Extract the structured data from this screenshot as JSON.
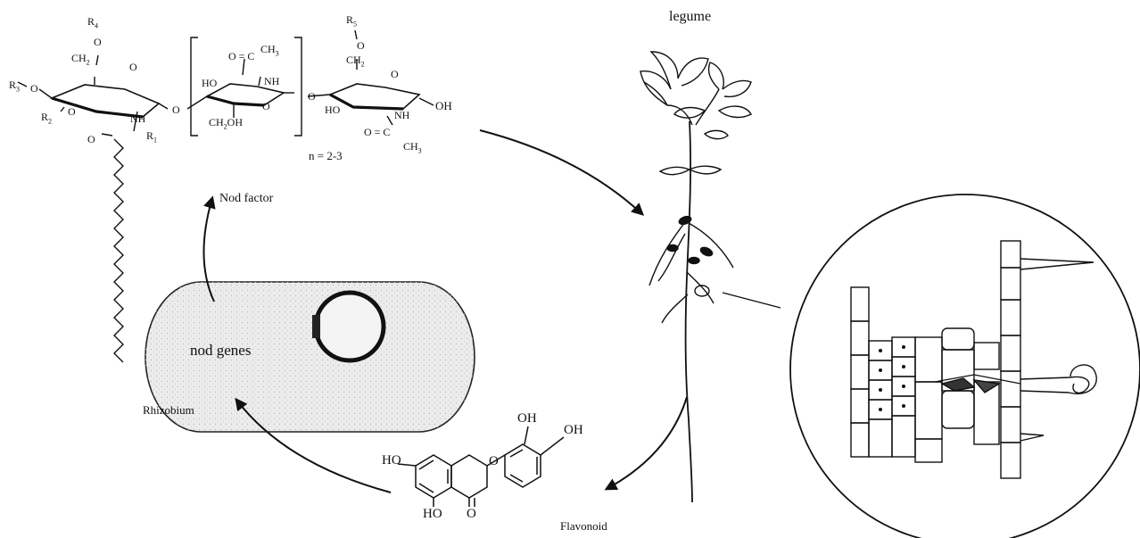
{
  "labels": {
    "legume": "legume",
    "nod_factor": "Nod factor",
    "nod_genes": "nod genes",
    "rhizobium": "Rhizobium",
    "flavonoid": "Flavonoid",
    "repeat_n": "n = 2-3"
  },
  "nod_factor_structure": {
    "r3": "R",
    "r3_sub": "3",
    "o_r3": "O",
    "r2": "R",
    "r2_sub": "2",
    "o_r2": "O",
    "r4": "R",
    "r4_sub": "4",
    "o_r4": "O",
    "ch2_left": "CH",
    "ch2_left_sub": "2",
    "ring_o_left": "O",
    "nh_left": "NH",
    "r1": "R",
    "r1_sub": "1",
    "carbonyl_o": "O",
    "glyco_o1": "O",
    "ho_mid": "HO",
    "oc_mid": "O = C",
    "ch3_mid": "CH",
    "ch3_mid_sub": "3",
    "nh_mid": "NH",
    "ch2oh_mid": "CH",
    "ch2oh_mid_sub": "2",
    "ch2oh_mid_tail": "OH",
    "ring_o_mid": "O",
    "glyco_o2": "O",
    "r5": "R",
    "r5_sub": "5",
    "o_r5": "O",
    "ch2_right": "CH",
    "ch2_right_sub": "2",
    "ring_o_right": "O",
    "ho_right": "HO",
    "nh_right": "NH",
    "oh_right": "OH",
    "oc_right": "O = C",
    "ch3_right": "CH",
    "ch3_right_sub": "3"
  },
  "flavonoid_structure": {
    "ho_left": "HO",
    "ho_bottom": "HO",
    "ring_o": "O",
    "keto_o": "O",
    "oh_top": "OH",
    "oh_right": "OH"
  }
}
